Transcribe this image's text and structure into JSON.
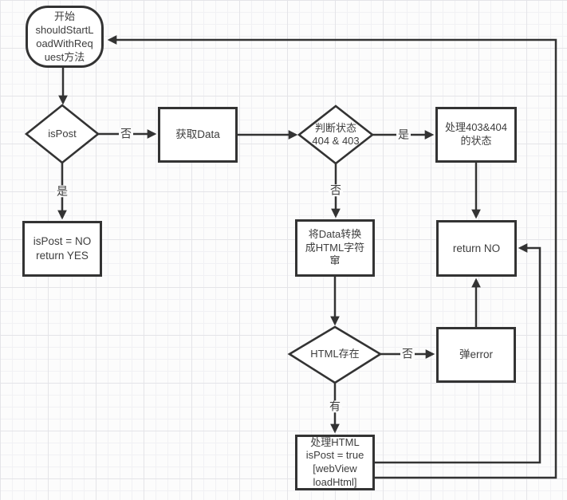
{
  "canvas": {
    "bg": "#fcfcfc",
    "grid_minor": "#f1f1f4",
    "grid_major": "#e4e4e8",
    "stroke": "#333333",
    "node_fill": "#ffffff",
    "text": "#3d3d3d"
  },
  "nodes": {
    "start": {
      "type": "terminator",
      "label": "开始\nshouldStartL\noadWithReq\nuest方法"
    },
    "is_post": {
      "type": "decision",
      "label": "isPost"
    },
    "get_data": {
      "type": "process",
      "label": "获取Data"
    },
    "check_status": {
      "type": "decision",
      "label": "判断状态\n404 & 403"
    },
    "handle_403_404": {
      "type": "process",
      "label": "处理403&404\n的状态"
    },
    "is_post_no": {
      "type": "process",
      "label": "isPost = NO\nreturn YES"
    },
    "convert_data": {
      "type": "process",
      "label": "将Data转换\n成HTML字符\n窜"
    },
    "return_no": {
      "type": "process",
      "label": "return NO"
    },
    "html_exists": {
      "type": "decision",
      "label": "HTML存在"
    },
    "alert_error": {
      "type": "process",
      "label": "弹error"
    },
    "handle_html": {
      "type": "process",
      "label": "处理HTML\nisPost = true\n[webView\nloadHtml]"
    }
  },
  "edge_labels": {
    "ispost_no": "否",
    "ispost_yes": "是",
    "checkstatus_yes": "是",
    "checkstatus_no": "否",
    "htmlexists_no": "否",
    "htmlexists_yes": "有"
  }
}
